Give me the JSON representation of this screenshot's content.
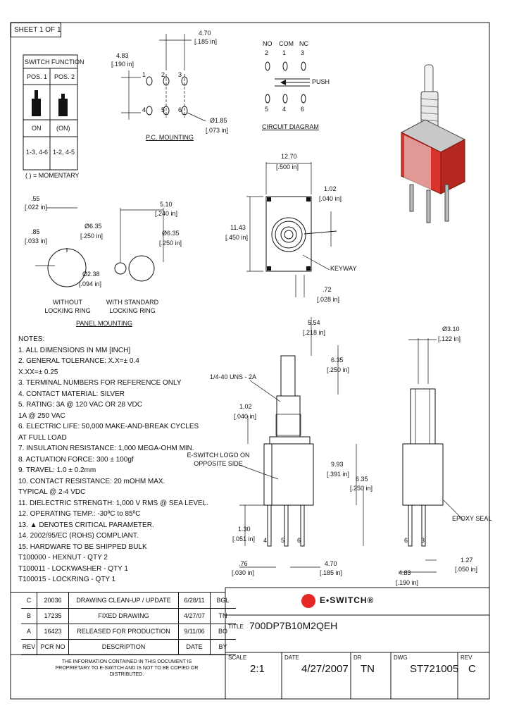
{
  "sheet": "SHEET 1 OF 1",
  "switch_table": {
    "title": "SWITCH FUNCTION",
    "headers": [
      "POS. 1",
      "POS. 2"
    ],
    "row_state": [
      "ON",
      "(ON)"
    ],
    "row_terminals": [
      "1-3, 4-6",
      "1-2, 4-5"
    ],
    "footnote": "( ) = MOMENTARY"
  },
  "pc_mounting": {
    "dim_top": "4.70",
    "dim_top_in": "[.185 in]",
    "dim_left": "4.83",
    "dim_left_in": "[.190 in]",
    "dim_hole": "Ø1.85",
    "dim_hole_in": "[.073 in]",
    "pins": [
      "1",
      "2",
      "3",
      "4",
      "5",
      "6"
    ],
    "label": "P.C. MOUNTING"
  },
  "circuit": {
    "top_labels": [
      "NO",
      "COM",
      "NC"
    ],
    "top_nums": [
      "2",
      "1",
      "3"
    ],
    "bottom_nums": [
      "5",
      "4",
      "6"
    ],
    "push": "PUSH",
    "label": "CIRCUIT DIAGRAM"
  },
  "panel": {
    "d1": ".55",
    "d1_in": "[.022 in]",
    "d2": ".85",
    "d2_in": "[.033 in]",
    "d3": "Ø6.35",
    "d3_in": "[.250 in]",
    "d4": "Ø2.38",
    "d4_in": "[.094 in]",
    "d5": "5.10",
    "d5_in": "[.240 in]",
    "d6": "Ø6.35",
    "d6_in": "[.250 in]",
    "without": "WITHOUT LOCKING RING",
    "with": "WITH STANDARD LOCKING RING",
    "label": "PANEL MOUNTING"
  },
  "topview": {
    "w": "12.70",
    "w_in": "[.500 in]",
    "h": "11.43",
    "h_in": "[.450 in]",
    "k": "1.02",
    "k_in": "[.040 in]",
    "kw": ".72",
    "kw_in": "[.028 in]",
    "keyway": "KEYWAY"
  },
  "side": {
    "a": "5.54",
    "a_in": "[.218 in]",
    "b": "6.35",
    "b_in": "[.250 in]",
    "thread": "1/4-40 UNS - 2A",
    "c": "1.02",
    "c_in": "[.040 in]",
    "logo": "E-SWITCH LOGO ON OPPOSITE SIDE",
    "d": "9.93",
    "d_in": "[.391 in]",
    "e": "6.35",
    "e_in": "[.250 in]",
    "f": "1.30",
    "f_in": "[.051 in]",
    "g": ".76",
    "g_in": "[.030 in]",
    "h": "4.70",
    "h_in": "[.185 in]",
    "pins": [
      "4",
      "5",
      "6"
    ]
  },
  "end": {
    "a": "Ø3.10",
    "a_in": "[.122 in]",
    "epoxy": "EPOXY SEAL",
    "b": "1.27",
    "b_in": "[.050 in]",
    "c": "4.83",
    "c_in": "[.190 in]",
    "pins": [
      "6",
      "3"
    ]
  },
  "notes": [
    "NOTES:",
    "1. ALL DIMENSIONS IN MM [INCH]",
    "2. GENERAL TOLERANCE:  X.X=± 0.4",
    "                              X.XX=± 0.25",
    "3. TERMINAL NUMBERS FOR REFERENCE ONLY",
    "4. CONTACT MATERIAL: SILVER",
    "5. RATING: 3A @ 120 VAC OR 28 VDC",
    "              1A @ 250 VAC",
    "6. ELECTRIC LIFE: 50,000 MAKE-AND-BREAK CYCLES",
    "                              AT FULL LOAD",
    "7. INSULATION RESISTANCE: 1,000 MEGA-OHM MIN.",
    "8. ACTUATION FORCE: 300 ± 100gf",
    "9. TRAVEL: 1.0 ± 0.2mm",
    "10. CONTACT RESISTANCE: 20 mOHM MAX.",
    "                          TYPICAL @ 2-4 VDC",
    "11. DIELECTRIC STRENGTH: 1,000 V RMS @ SEA LEVEL.",
    "12. OPERATING TEMP.: -30ºC to 85ºC",
    "13. ▲ DENOTES CRITICAL PARAMETER.",
    "14. 2002/95/EC (ROHS) COMPLIANT.",
    "15. HARDWARE TO BE SHIPPED BULK",
    "       T100000 - HEXNUT - QTY 2",
    "       T100011 - LOCKWASHER - QTY 1",
    "       T100015 - LOCKRING - QTY 1"
  ],
  "revisions": [
    [
      "C",
      "20036",
      "DRAWING CLEAN-UP / UPDATE",
      "6/28/11",
      "BGL"
    ],
    [
      "B",
      "17235",
      "FIXED DRAWING",
      "4/27/07",
      "TN"
    ],
    [
      "A",
      "16423",
      "RELEASED FOR PRODUCTION",
      "9/11/06",
      "BO"
    ],
    [
      "REV",
      "PCR NO",
      "DESCRIPTION",
      "DATE",
      "BY"
    ]
  ],
  "disclaimer": "THE INFORMATION CONTAINED IN THIS DOCUMENT IS PROPRIETARY TO E-SWITCH AND IS NOT TO BE COPIED OR DISTRIBUTED.",
  "brand": "E•SWITCH®",
  "title_block": {
    "title_label": "TITLE",
    "title": "700DP7B10M2QEH",
    "scale_label": "SCALE",
    "scale": "2:1",
    "date_label": "DATE",
    "date": "4/27/2007",
    "dr_label": "DR",
    "dr": "TN",
    "dwg_label": "DWG",
    "dwg": "ST721005",
    "rev_label": "REV",
    "rev": "C"
  },
  "colors": {
    "switch_red": "#d8342b",
    "brand_red": "#e42826"
  }
}
